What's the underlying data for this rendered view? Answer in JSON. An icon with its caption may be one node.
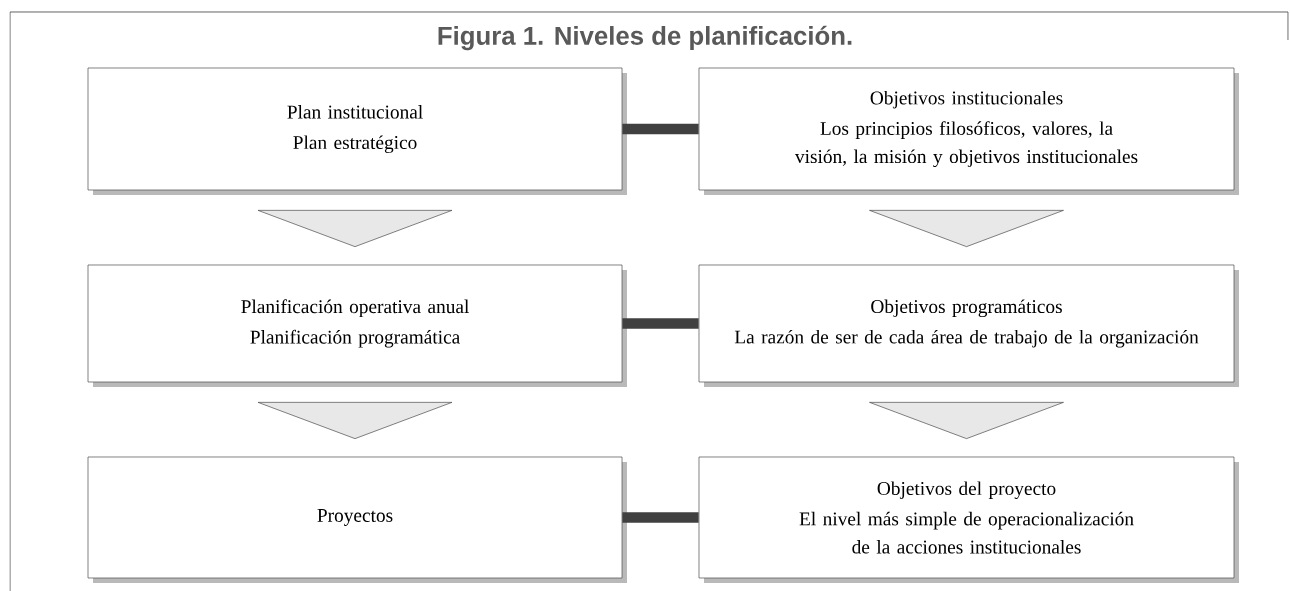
{
  "diagram": {
    "title": "Figura 1. Niveles de planificación.",
    "nodes": [
      {
        "text": [
          "Plan institucional",
          "Plan estratégico"
        ]
      },
      {
        "text": [
          "Objetivos institucionales",
          "Los principios filosóficos, valores, la visión, la misión y objetivos institucionales"
        ]
      },
      {
        "text": [
          "Planificación operativa anual",
          "Planificación programática"
        ]
      },
      {
        "text": [
          "Objetivos programáticos",
          "La razón de ser de cada área de trabajo de la organización"
        ]
      },
      {
        "text": [
          "Proyectos"
        ]
      },
      {
        "text": [
          "Objetivos del proyecto",
          "El nivel más simple de operacionalización de la acciones institucionales"
        ]
      }
    ],
    "edges": [
      {
        "from": 0,
        "to": 1,
        "arrow": "none"
      },
      {
        "from": 0,
        "to": 2,
        "arrow": "to"
      },
      {
        "from": 1,
        "to": 3,
        "arrow": "to"
      },
      {
        "from": 2,
        "to": 3,
        "arrow": "none"
      },
      {
        "from": 2,
        "to": 4,
        "arrow": "to"
      },
      {
        "from": 3,
        "to": 5,
        "arrow": "to"
      },
      {
        "from": 4,
        "to": 5,
        "arrow": "none"
      }
    ]
  }
}
